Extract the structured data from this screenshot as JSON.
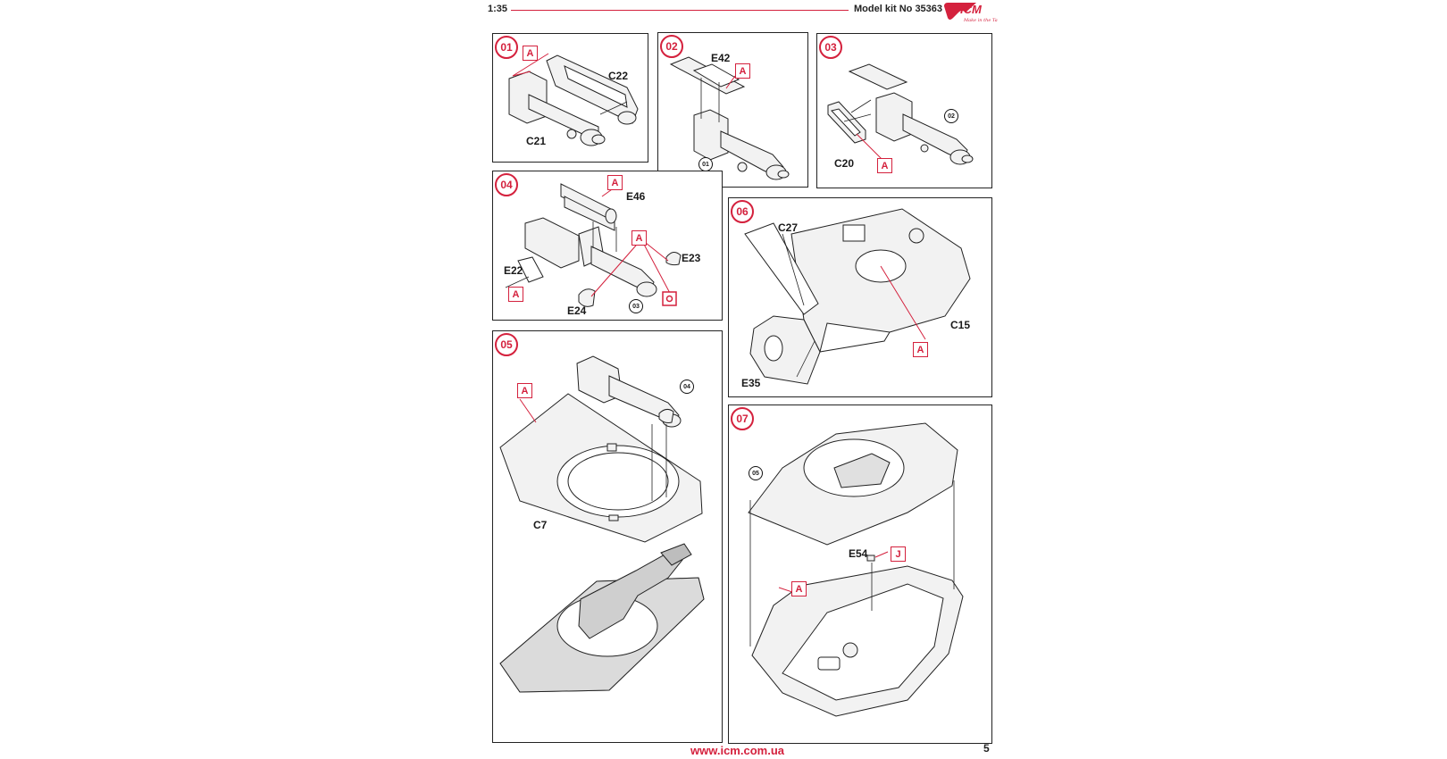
{
  "header": {
    "scale": "1:35",
    "kit": "Model kit No 35363",
    "logo_text": "ICM",
    "logo_tagline": "Make in the Tank"
  },
  "colors": {
    "accent": "#d4213d",
    "line": "#222222",
    "part_fill": "#f2f2f2"
  },
  "steps": [
    {
      "number": "01",
      "tags": [
        "A"
      ],
      "parts": [
        "C22",
        "C21"
      ],
      "refs": []
    },
    {
      "number": "02",
      "tags": [
        "A"
      ],
      "parts": [
        "E42"
      ],
      "refs": [
        "01"
      ]
    },
    {
      "number": "03",
      "tags": [
        "A"
      ],
      "parts": [
        "C20"
      ],
      "refs": [
        "02"
      ]
    },
    {
      "number": "04",
      "tags": [
        "A",
        "A",
        "A"
      ],
      "parts": [
        "E46",
        "E23",
        "E22",
        "E24"
      ],
      "refs": [
        "03"
      ]
    },
    {
      "number": "05",
      "tags": [
        "A"
      ],
      "parts": [
        "C7"
      ],
      "refs": [
        "04"
      ]
    },
    {
      "number": "06",
      "tags": [
        "A"
      ],
      "parts": [
        "C27",
        "C15",
        "E35"
      ],
      "refs": []
    },
    {
      "number": "07",
      "tags": [
        "A",
        "J"
      ],
      "parts": [
        "E54"
      ],
      "refs": [
        "05"
      ]
    }
  ],
  "footer": {
    "url": "www.icm.com.ua",
    "page": "5"
  }
}
